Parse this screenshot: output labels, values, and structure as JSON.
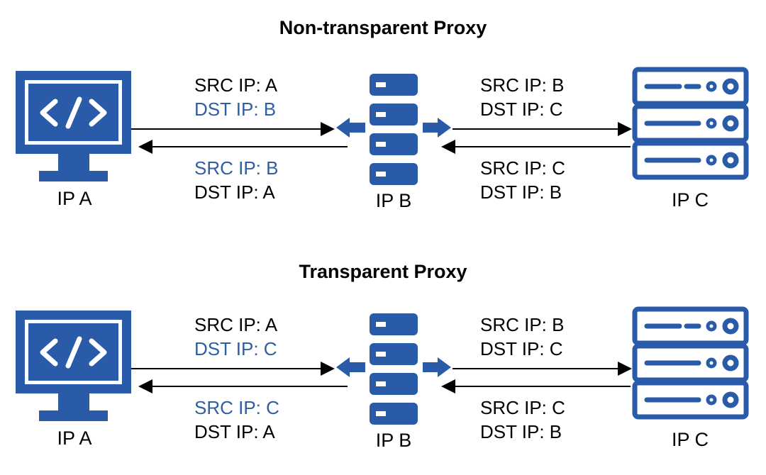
{
  "colors": {
    "accent": "#2a5ba8",
    "text": "#000000",
    "highlight_text": "#2f5ea6"
  },
  "sections": [
    {
      "title": "Non-transparent Proxy",
      "nodes": {
        "client": "IP A",
        "proxy": "IP B",
        "server": "IP C"
      },
      "client_icon": "code-monitor-icon",
      "proxy_icon": "server-stack-icon",
      "server_icon": "server-rack-icon",
      "left_forward": {
        "src": "SRC IP: A",
        "dst": "DST IP: B"
      },
      "left_return": {
        "src": "SRC IP: B",
        "dst": "DST IP: A"
      },
      "right_forward": {
        "src": "SRC IP: B",
        "dst": "DST IP: C"
      },
      "right_return": {
        "src": "SRC IP: C",
        "dst": "DST IP: B"
      }
    },
    {
      "title": "Transparent Proxy",
      "nodes": {
        "client": "IP A",
        "proxy": "IP B",
        "server": "IP C"
      },
      "client_icon": "code-monitor-icon",
      "proxy_icon": "server-stack-icon",
      "server_icon": "server-rack-icon",
      "left_forward": {
        "src": "SRC IP: A",
        "dst": "DST IP: C"
      },
      "left_return": {
        "src": "SRC IP: C",
        "dst": "DST IP: A"
      },
      "right_forward": {
        "src": "SRC IP: B",
        "dst": "DST IP: C"
      },
      "right_return": {
        "src": "SRC IP: C",
        "dst": "DST IP: B"
      }
    }
  ]
}
